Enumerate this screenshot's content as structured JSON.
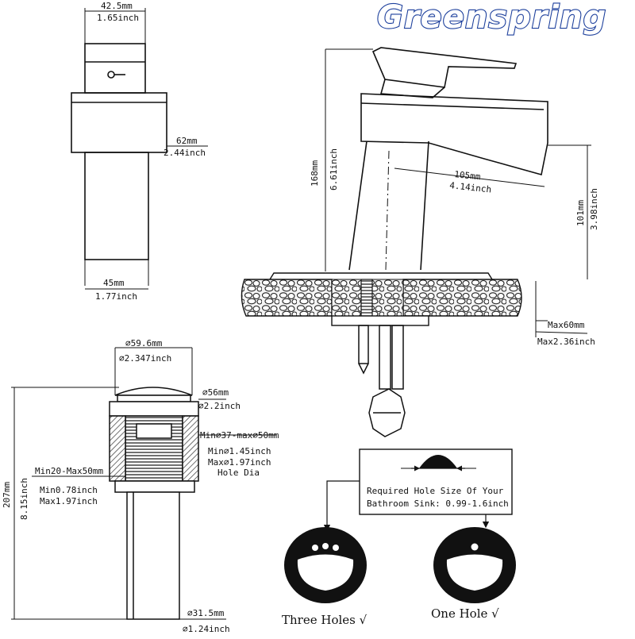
{
  "brand": {
    "name": "Greenspring"
  },
  "spout_side_view": {
    "width_top_mm": "42.5mm",
    "width_top_in": "1.65inch",
    "depth_mm": "62mm",
    "depth_in": "2.44inch",
    "base_mm": "45mm",
    "base_in": "1.77inch"
  },
  "faucet_front_view": {
    "height_mm": "168mm",
    "height_in": "6.61inch",
    "reach_mm": "105mm",
    "reach_in": "4.14inch",
    "spout_height_mm": "101mm",
    "spout_height_in": "3.98inch",
    "deck_max_mm": "Max60mm",
    "deck_max_in": "Max2.36inch"
  },
  "drain": {
    "cap_dia_mm": "⌀59.6mm",
    "cap_dia_in": "⌀2.347inch",
    "flange_mm": "⌀56mm",
    "flange_in": "⌀2.2inch",
    "hole_range_mm": "Min⌀37-max⌀50mm",
    "hole_min_in": "Min⌀1.45inch",
    "hole_max_in": "Max⌀1.97inch",
    "hole_label": "Hole Dia",
    "thick_mm": "Min20-Max50mm",
    "thick_min_in": "Min0.78inch",
    "thick_max_in": "Max1.97inch",
    "height_mm": "207mm",
    "height_in": "8.15inch",
    "pipe_mm": "⌀31.5mm",
    "pipe_in": "⌀1.24inch"
  },
  "hole_note": {
    "line1": "Required Hole Size Of Your",
    "line2": "Bathroom Sink: 0.99-1.6inch"
  },
  "sinks": {
    "three_holes": "Three Holes √",
    "one_hole": "One Hole √"
  }
}
